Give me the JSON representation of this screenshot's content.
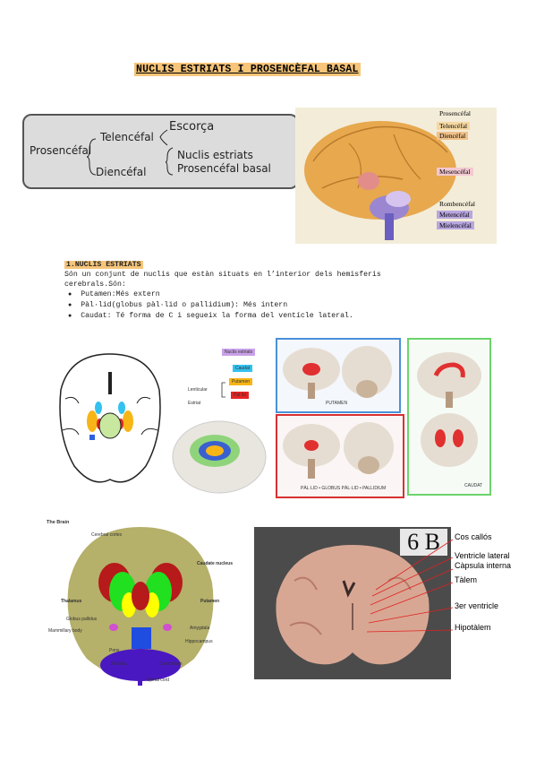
{
  "title": "NUCLIS ESTRIATS I PROSENCÈFAL BASAL",
  "diagram": {
    "root": "Prosencéfal",
    "branch1": "Telencéfal",
    "branch2": "Diencéfal",
    "leaf1": "Escorça",
    "leaf2": "Nuclis estriats",
    "leaf3": "Prosencéfal basal"
  },
  "brain_labels": {
    "prosencefal": "Prosencéfal",
    "telencefal": "Telencéfal",
    "diencefal": "Diencéfal",
    "mesencefal": "Mesencéfal",
    "rombencefal": "Rombencéfal",
    "metencefal": "Metencéfal",
    "mielencefal": "Mielencéfal"
  },
  "section": {
    "heading": "1.NUCLIS ESTRIATS",
    "intro": "Són un conjunt de nuclis que estàn situats en l’interior dels hemisferis cerebrals.Són:",
    "bullets": [
      "Putamen:Més extern",
      "Pàl·lid(globus pàl·lid o pallidium): Més intern",
      "Caudat: Té forma de C i segueix la forma del ventícle lateral."
    ]
  },
  "figure2": {
    "legend": [
      "Nuclis estriats",
      "Caudat",
      "Putamen",
      "Pàl·lid"
    ],
    "lenticular": "Lenticular",
    "estriat": "Estriat",
    "caption_putamen": "PUTAMEN",
    "caption_pallid": "PÀL·LID • GLOBUS PÀL·LID • PALLIDIUM",
    "caption_caudat": "CAUDAT"
  },
  "figure3": {
    "header": "The Brain",
    "labels": [
      "Cerebral cortex",
      "Caudate nucleus",
      "Putamen",
      "Amygdala",
      "Thalamus",
      "Globus pallidus",
      "Mammillary body",
      "Hippocampus",
      "Pons",
      "Medulla",
      "Cerebellum",
      "Spinal cord"
    ]
  },
  "figure4": {
    "badge": "6 B",
    "labels": [
      "Cos callós",
      "Ventricle lateral",
      "Càpsula interna",
      "Tàlem",
      "3er ventricle",
      "Hipotàlem"
    ]
  },
  "colors": {
    "highlight": "#f6c57a",
    "caudat": "#33c1f0",
    "putamen": "#f7b516",
    "pallid": "#e52222",
    "estriats": "#c9a0e8"
  }
}
